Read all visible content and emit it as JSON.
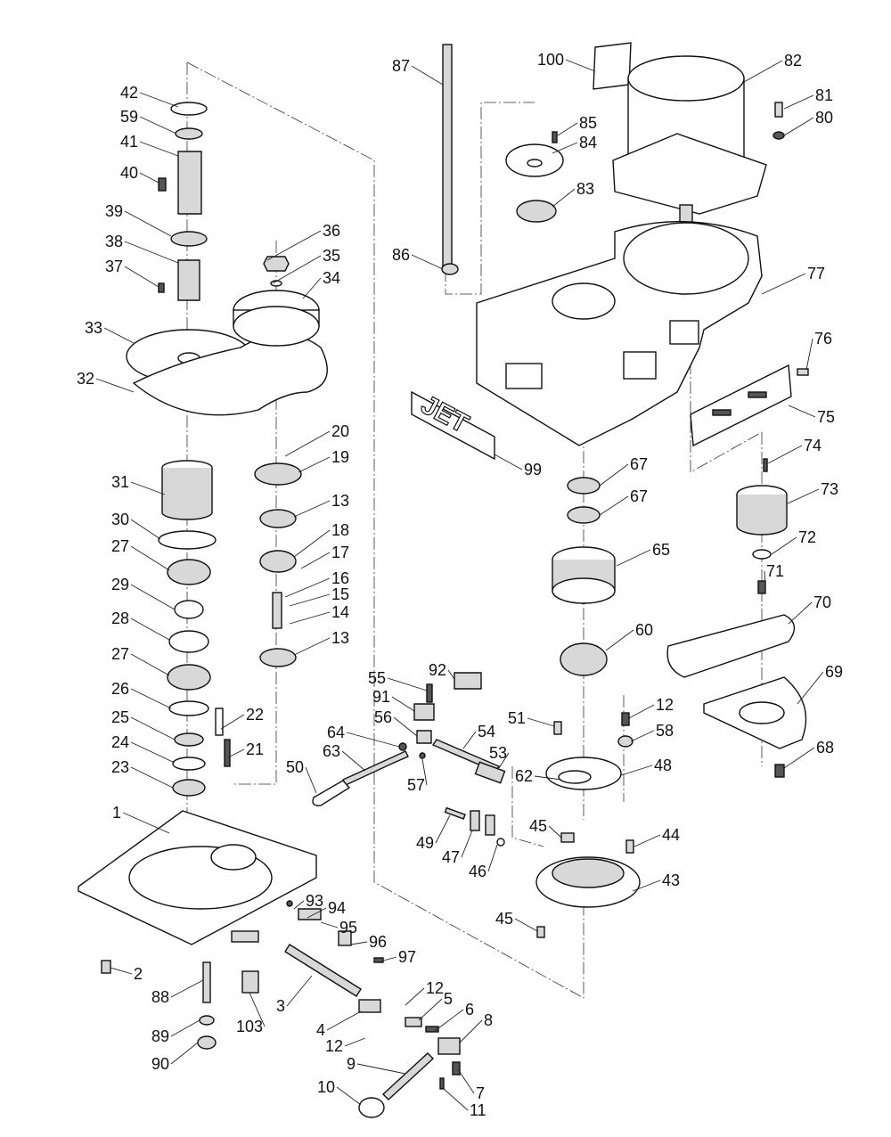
{
  "diagram": {
    "logo_text": "JET",
    "callouts": [
      "42",
      "59",
      "41",
      "40",
      "39",
      "38",
      "37",
      "33",
      "32",
      "36",
      "35",
      "34",
      "20",
      "19",
      "13",
      "18",
      "17",
      "16",
      "15",
      "14",
      "13",
      "31",
      "30",
      "27",
      "29",
      "28",
      "27",
      "26",
      "25",
      "24",
      "23",
      "22",
      "21",
      "1",
      "2",
      "88",
      "89",
      "90",
      "103",
      "3",
      "93",
      "94",
      "95",
      "96",
      "97",
      "12",
      "5",
      "4",
      "12",
      "6",
      "8",
      "9",
      "10",
      "7",
      "11",
      "87",
      "100",
      "82",
      "81",
      "80",
      "85",
      "84",
      "83",
      "86",
      "77",
      "76",
      "75",
      "99",
      "74",
      "67",
      "67",
      "73",
      "72",
      "65",
      "71",
      "70",
      "60",
      "92",
      "55",
      "91",
      "56",
      "54",
      "64",
      "63",
      "53",
      "57",
      "50",
      "51",
      "12",
      "58",
      "62",
      "48",
      "69",
      "68",
      "45",
      "49",
      "47",
      "46",
      "44",
      "43",
      "45"
    ]
  }
}
